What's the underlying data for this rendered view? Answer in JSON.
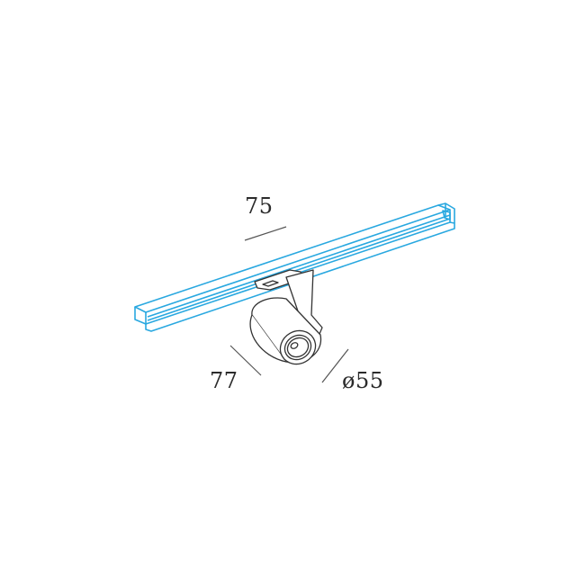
{
  "diagram": {
    "type": "technical product drawing",
    "subject": "track spotlight on rail",
    "colors": {
      "rail": "#29a8e0",
      "fixture_outline": "#333333",
      "dimension_line": "#555555",
      "background": "#ffffff"
    },
    "dimensions": {
      "width": "75",
      "height": "77",
      "diameter": "ø55"
    }
  }
}
